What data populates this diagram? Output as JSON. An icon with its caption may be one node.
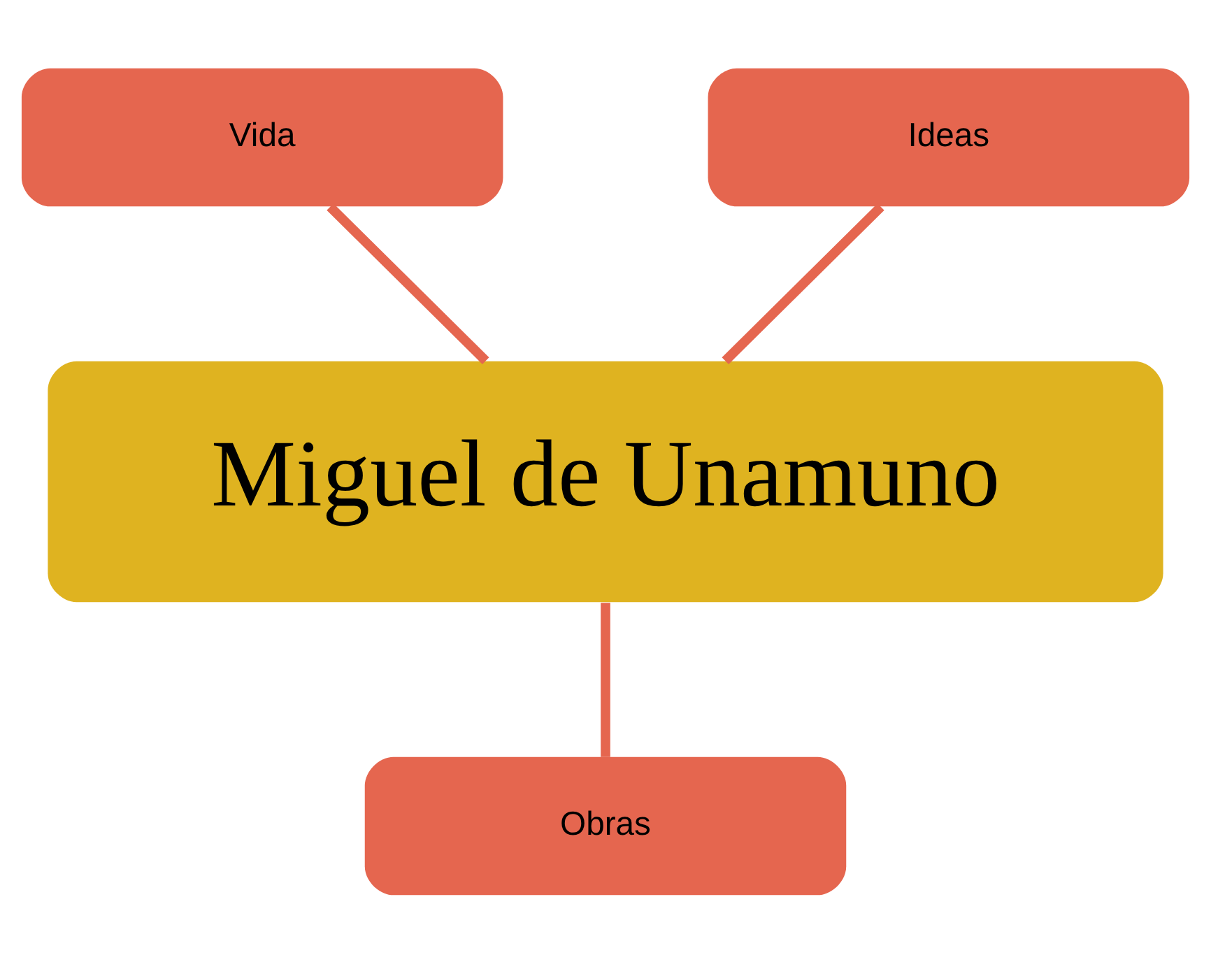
{
  "diagram": {
    "nodes": [
      {
        "text": [
          "Miguel de Unamuno"
        ]
      },
      {
        "text": [
          "Vida"
        ]
      },
      {
        "text": [
          "Ideas"
        ]
      },
      {
        "text": [
          "Obras"
        ]
      }
    ],
    "edges": [
      {
        "from": 0,
        "to": 1,
        "arrow": "none"
      },
      {
        "from": 0,
        "to": 2,
        "arrow": "none"
      },
      {
        "from": 0,
        "to": 3,
        "arrow": "none"
      }
    ]
  }
}
